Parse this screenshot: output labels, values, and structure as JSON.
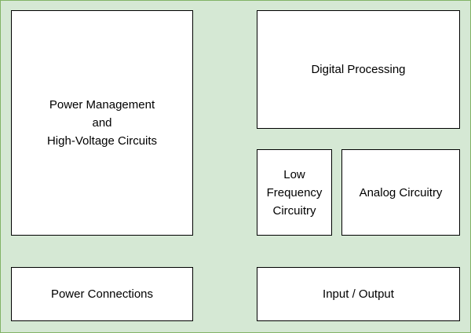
{
  "board": {
    "background": "#d5e8d4",
    "border": "#82b366"
  },
  "blocks": {
    "power_management": {
      "lines": [
        "Power Management",
        "and",
        "High-Voltage Circuits"
      ]
    },
    "digital_processing": {
      "lines": [
        "Digital Processing"
      ]
    },
    "low_frequency": {
      "lines": [
        "Low",
        "Frequency",
        "Circuitry"
      ]
    },
    "analog": {
      "lines": [
        "Analog Circuitry"
      ]
    },
    "power_connections": {
      "lines": [
        "Power Connections"
      ]
    },
    "input_output": {
      "lines": [
        "Input / Output"
      ]
    }
  }
}
